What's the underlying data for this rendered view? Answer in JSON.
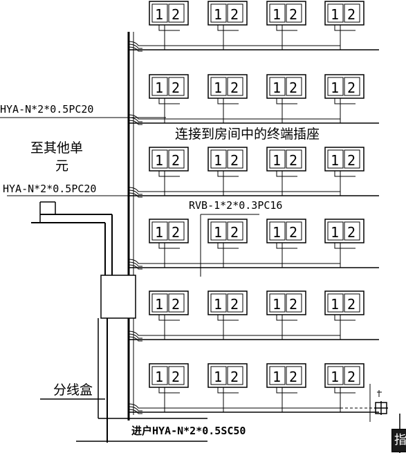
{
  "labels": {
    "cable_upper": "HYA-N*2*0.5PC20",
    "cable_lower": "HYA-N*2*0.5PC20",
    "to_other_units_line1": "至其他单",
    "to_other_units_line2": "元",
    "connect_to_room": "连接到房间中的终端插座",
    "rvb_cable": "RVB-1*2*0.3PC16",
    "junction_box": "分线盒",
    "incoming_cable": "进户HYA-N*2*0.5SC50",
    "corner_tab": "指"
  },
  "socket": {
    "port_a": "1",
    "port_b": "2"
  },
  "layout": {
    "floors": 6,
    "sockets_per_floor": 4
  },
  "colors": {
    "line": "#000000",
    "background": "#ffffff"
  }
}
